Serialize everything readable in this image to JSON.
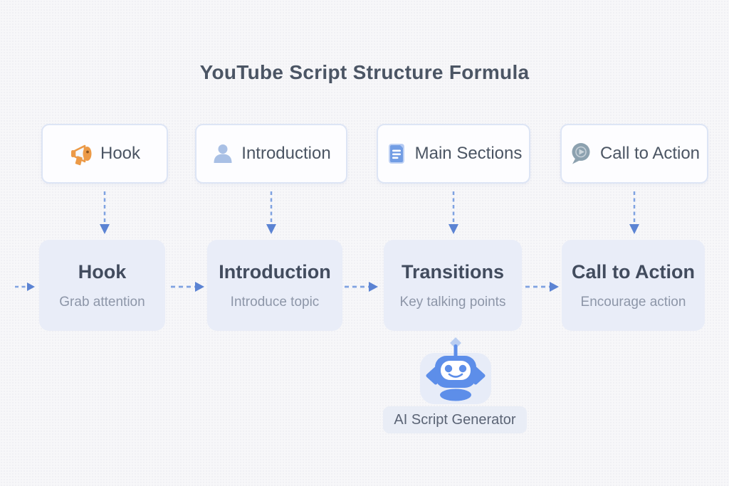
{
  "title": "YouTube Script Structure Formula",
  "top_row": [
    {
      "label": "Hook",
      "icon": "megaphone-icon"
    },
    {
      "label": "Introduction",
      "icon": "person-icon"
    },
    {
      "label": "Main Sections",
      "icon": "document-icon"
    },
    {
      "label": "Call to Action",
      "icon": "speech-bubble-play-icon"
    }
  ],
  "bottom_row": [
    {
      "title": "Hook",
      "subtitle": "Grab attention"
    },
    {
      "title": "Introduction",
      "subtitle": "Introduce topic"
    },
    {
      "title": "Transitions",
      "subtitle": "Key talking points"
    },
    {
      "title": "Call to Action",
      "subtitle": "Encourage action"
    }
  ],
  "ai_generator": {
    "label": "AI Script Generator",
    "icon": "robot-icon"
  },
  "colors": {
    "background": "#f7f7f9",
    "top_box_bg": "#fdfdff",
    "top_box_border": "#dde5f5",
    "bottom_box_bg": "#e9edf8",
    "arrow_blue": "#7fa2e1",
    "arrowhead_blue": "#5b83d3",
    "heading_text": "#4b5564",
    "subtitle_text": "#8d96a8",
    "megaphone_orange": "#ec9a47",
    "person_icon_blue": "#a9c0e5",
    "document_icon_blue": "#729de4",
    "speech_bubble_gray": "#8ca1af",
    "robot_blue": "#5d8ee9"
  }
}
